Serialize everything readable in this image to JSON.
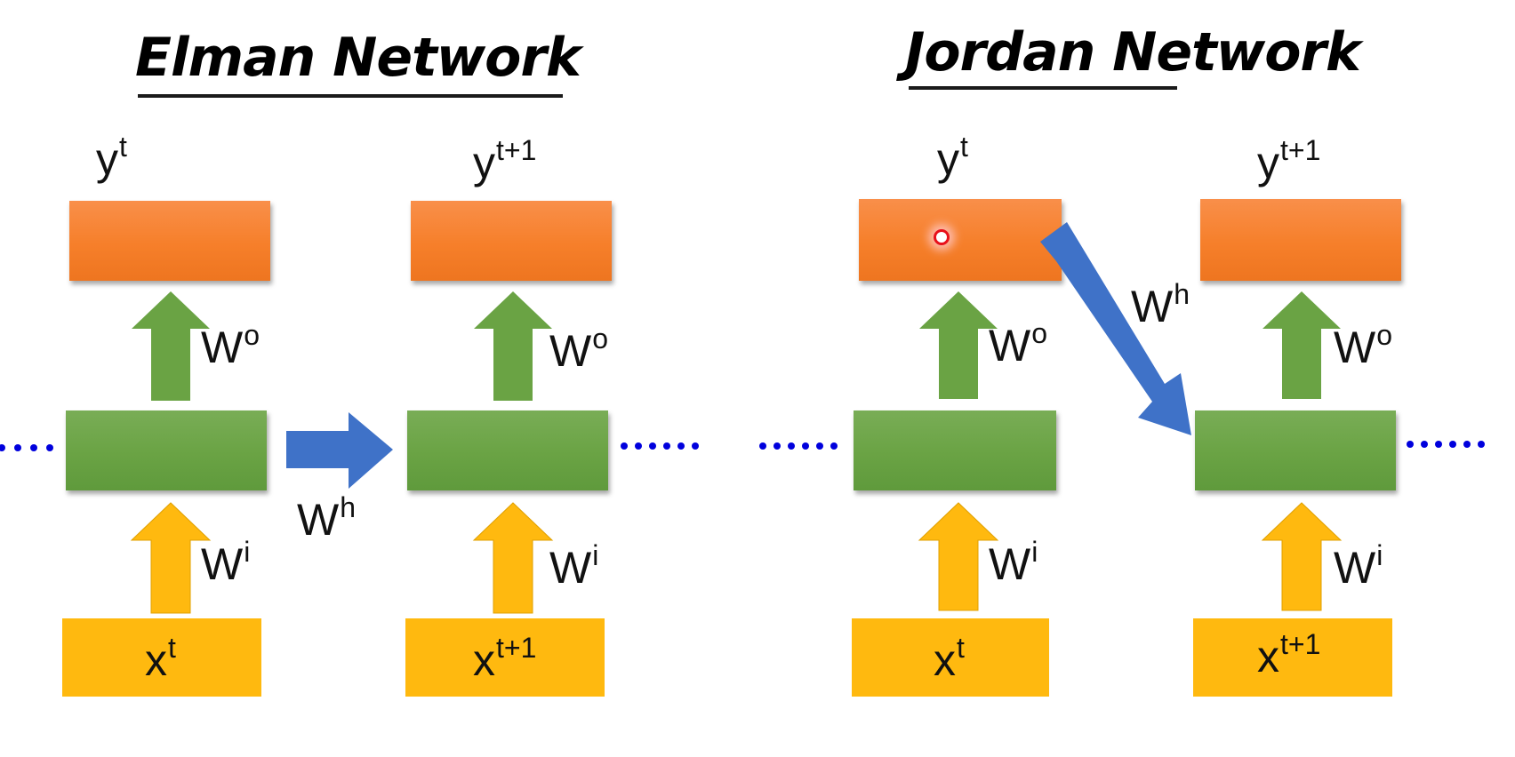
{
  "colors": {
    "output_box": "#f67f2a",
    "hidden_box": "#6aa344",
    "input_box": "#ffb90f",
    "output_arrow": "#6aa344",
    "input_arrow": "#ffb90f",
    "recurrent_arrow": "#3f72c8",
    "continuation_dots": "#0000dd"
  },
  "elman": {
    "title": "Elman Network",
    "steps": [
      {
        "output_label": "y",
        "output_sup": "t",
        "output_weight": "W",
        "output_weight_sup": "o",
        "input_weight": "W",
        "input_weight_sup": "i",
        "input_label": "x",
        "input_sup": "t"
      },
      {
        "output_label": "y",
        "output_sup": "t+1",
        "output_weight": "W",
        "output_weight_sup": "o",
        "input_weight": "W",
        "input_weight_sup": "i",
        "input_label": "x",
        "input_sup": "t+1"
      }
    ],
    "recurrent_weight": "W",
    "recurrent_weight_sup": "h",
    "recurrent_connection": "hidden(t) → hidden(t+1)"
  },
  "jordan": {
    "title": "Jordan Network",
    "steps": [
      {
        "output_label": "y",
        "output_sup": "t",
        "output_weight": "W",
        "output_weight_sup": "o",
        "input_weight": "W",
        "input_weight_sup": "i",
        "input_label": "x",
        "input_sup": "t"
      },
      {
        "output_label": "y",
        "output_sup": "t+1",
        "output_weight": "W",
        "output_weight_sup": "o",
        "input_weight": "W",
        "input_weight_sup": "i",
        "input_label": "x",
        "input_sup": "t+1"
      }
    ],
    "recurrent_weight": "W",
    "recurrent_weight_sup": "h",
    "recurrent_connection": "output(t) → hidden(t+1)"
  }
}
